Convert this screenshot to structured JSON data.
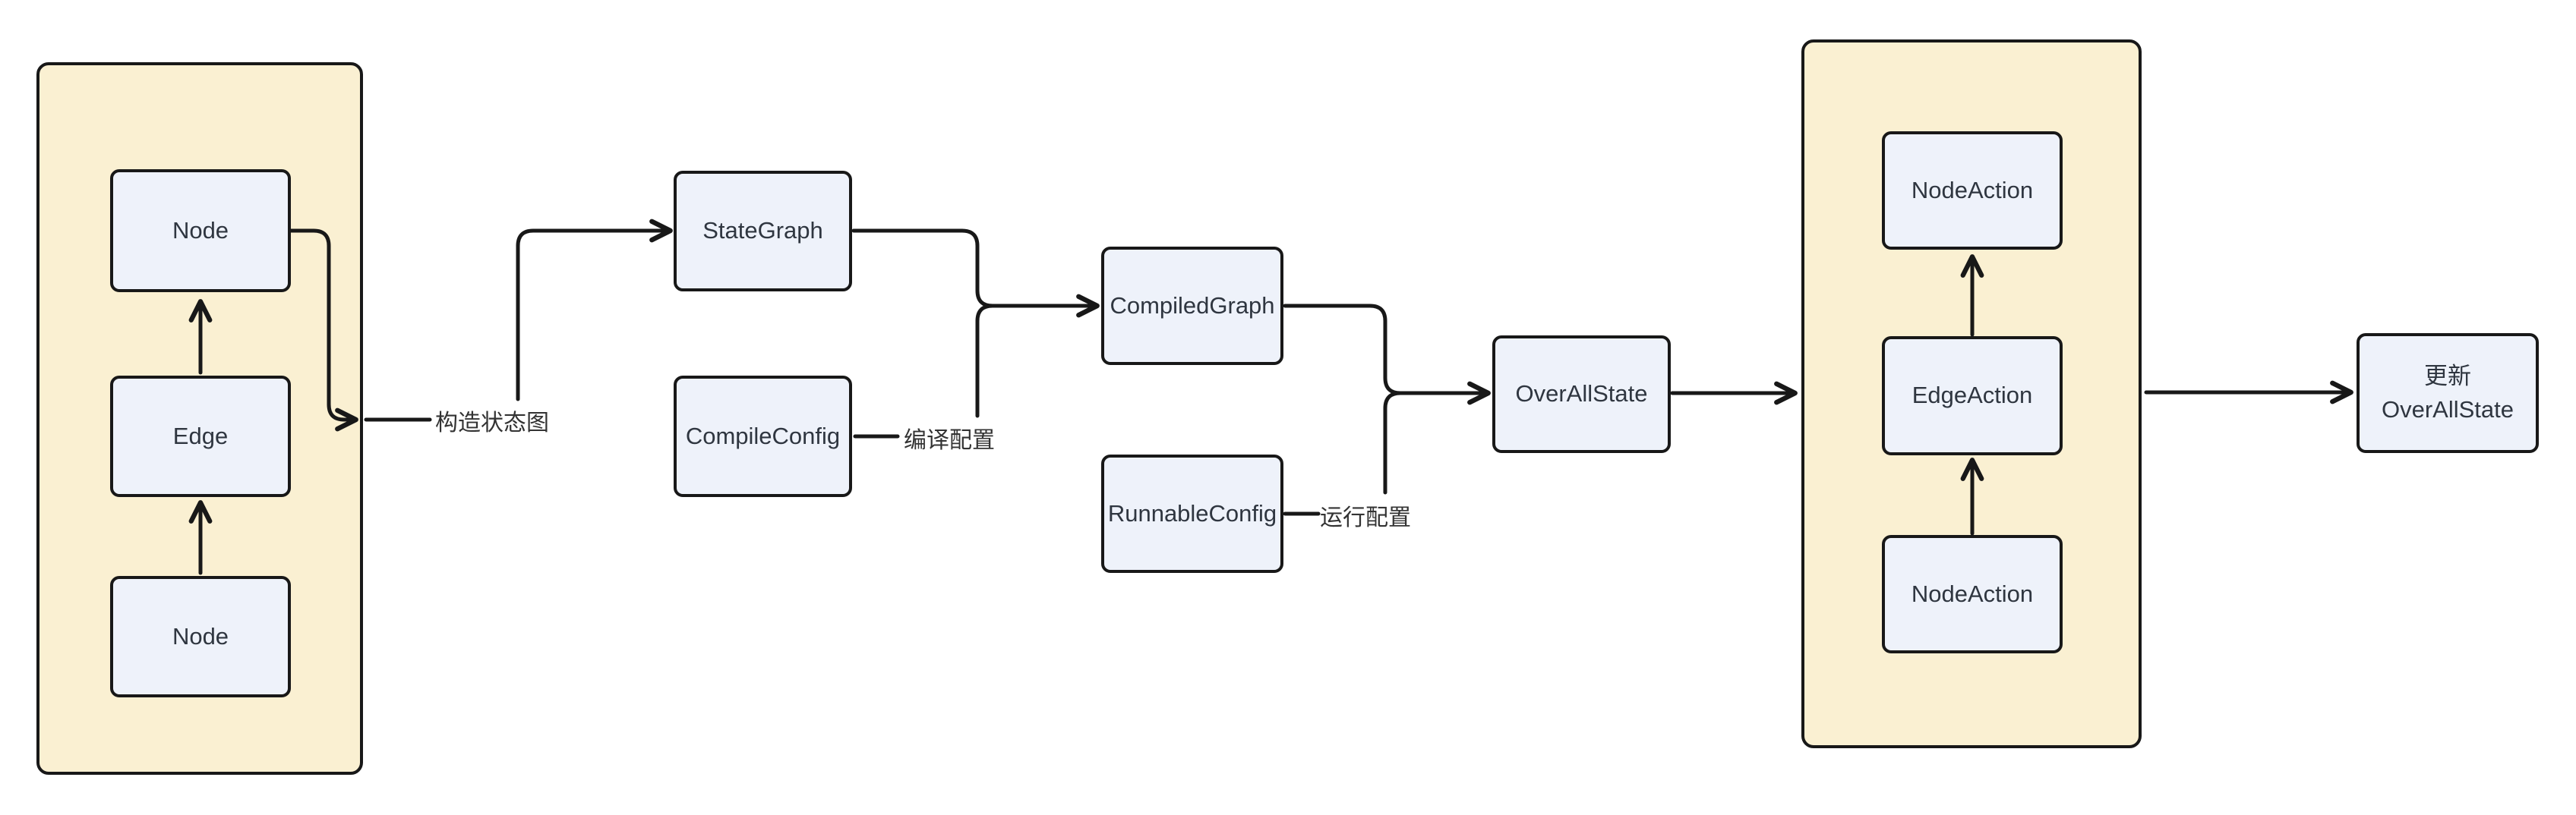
{
  "diagram": {
    "background": "#ffffff",
    "colors": {
      "container_fill": "#faf0d2",
      "node_fill": "#eef2fa",
      "stroke": "#181818",
      "node_text": "#2f3640",
      "edge_label_text": "#333333"
    }
  },
  "nodes": {
    "node_top": "Node",
    "edge_mid": "Edge",
    "node_bottom": "Node",
    "stategraph": "StateGraph",
    "compileconfig": "CompileConfig",
    "compiledgraph": "CompiledGraph",
    "runnableconfig": "RunnableConfig",
    "overallstate": "OverAllState",
    "nodeaction_top": "NodeAction",
    "edgeaction": "EdgeAction",
    "nodeaction_bottom": "NodeAction",
    "update_line1": "更新",
    "update_line2": "OverAllState"
  },
  "edge_labels": {
    "construct": "构造状态图",
    "compile": "编译配置",
    "run": "运行配置"
  },
  "edges": [
    {
      "from": "Node (bottom)",
      "to": "Edge"
    },
    {
      "from": "Edge",
      "to": "Node (top)"
    },
    {
      "from": "Node (top)",
      "to": "left-subgraph boundary"
    },
    {
      "from": "left-subgraph",
      "to": "StateGraph",
      "label": "构造状态图"
    },
    {
      "from": "StateGraph",
      "to": "CompiledGraph"
    },
    {
      "from": "CompileConfig",
      "to": "CompiledGraph",
      "label": "编译配置"
    },
    {
      "from": "CompiledGraph",
      "to": "OverAllState"
    },
    {
      "from": "RunnableConfig",
      "to": "OverAllState",
      "label": "运行配置"
    },
    {
      "from": "OverAllState",
      "to": "right-subgraph"
    },
    {
      "from": "NodeAction (bottom)",
      "to": "EdgeAction"
    },
    {
      "from": "EdgeAction",
      "to": "NodeAction (top)"
    },
    {
      "from": "right-subgraph",
      "to": "更新 OverAllState"
    }
  ]
}
